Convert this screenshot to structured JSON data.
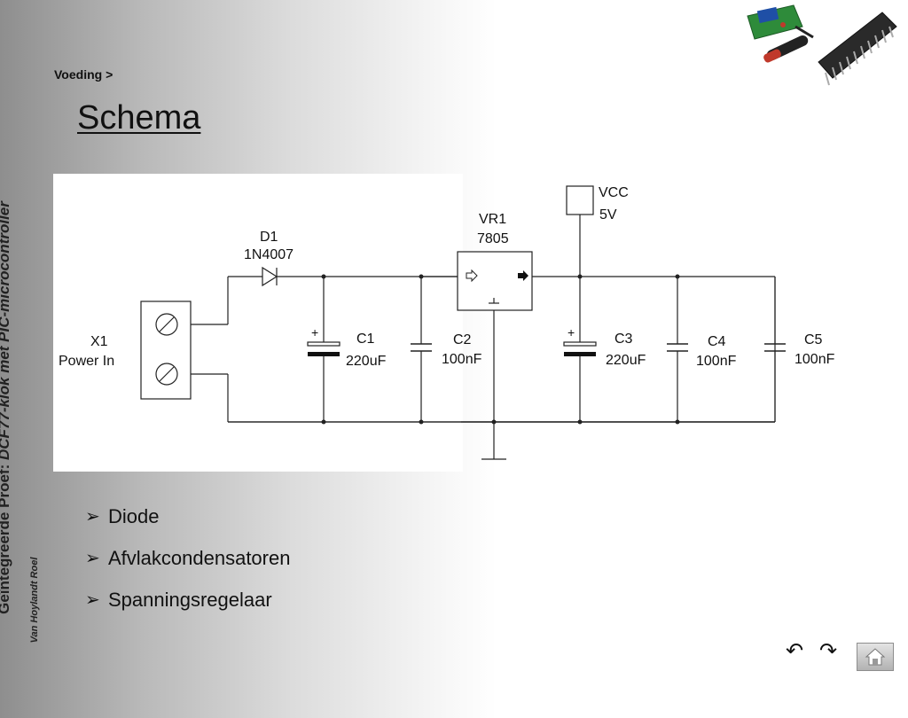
{
  "sidebar": {
    "project_title_bold": "Geïntegreerde Proef",
    "project_title_sep": ": ",
    "project_title_italic": "DCF77-klok met PIC-microcontroller",
    "author": "Van Hoylandt Roel"
  },
  "breadcrumb": "Voeding >",
  "page_title": "Schema",
  "schematic": {
    "x1_ref": "X1",
    "x1_value": "Power In",
    "d1_ref": "D1",
    "d1_value": "1N4007",
    "vr1_ref": "VR1",
    "vr1_value": "7805",
    "vcc_label": "VCC",
    "vcc_value": "5V",
    "c1_ref": "C1",
    "c1_value": "220uF",
    "c2_ref": "C2",
    "c2_value": "100nF",
    "c3_ref": "C3",
    "c3_value": "220uF",
    "c4_ref": "C4",
    "c4_value": "100nF",
    "c5_ref": "C5",
    "c5_value": "100nF",
    "plus_sign": "+",
    "vr_ground_mark": "⊥"
  },
  "bullets": [
    {
      "label": "Diode"
    },
    {
      "label": "Afvlakcondensatoren"
    },
    {
      "label": "Spanningsregelaar"
    }
  ],
  "nav": {
    "back_icon": "↶",
    "forward_icon": "↷",
    "home_icon": "home-icon"
  },
  "bullet_marker": "➢",
  "photo_icon": "pic-chip-and-board-photo"
}
